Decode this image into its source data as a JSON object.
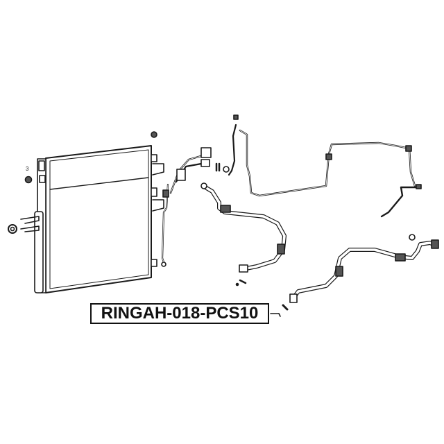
{
  "diagram": {
    "title": "A/C condenser and refrigerant lines exploded view",
    "background_color": "#ffffff",
    "line_color": "#1a1a1a",
    "components": [
      {
        "name": "condenser",
        "description": "A/C condenser radiator core with side tank"
      },
      {
        "name": "liquid-line",
        "description": "rigid tube from condenser down to fitting"
      },
      {
        "name": "discharge-line",
        "description": "upper tube assembly with fittings"
      },
      {
        "name": "long-rigid-line",
        "description": "long rigid line across top right"
      },
      {
        "name": "suction-hose-1",
        "description": "flexible hose center"
      },
      {
        "name": "suction-hose-2",
        "description": "flexible hose right"
      },
      {
        "name": "o-ring",
        "description": "O-ring seal indicated by label"
      }
    ]
  },
  "label": {
    "part_number": "RINGAH-018-PCS10",
    "border_color": "#111111",
    "text_color": "#111111"
  }
}
